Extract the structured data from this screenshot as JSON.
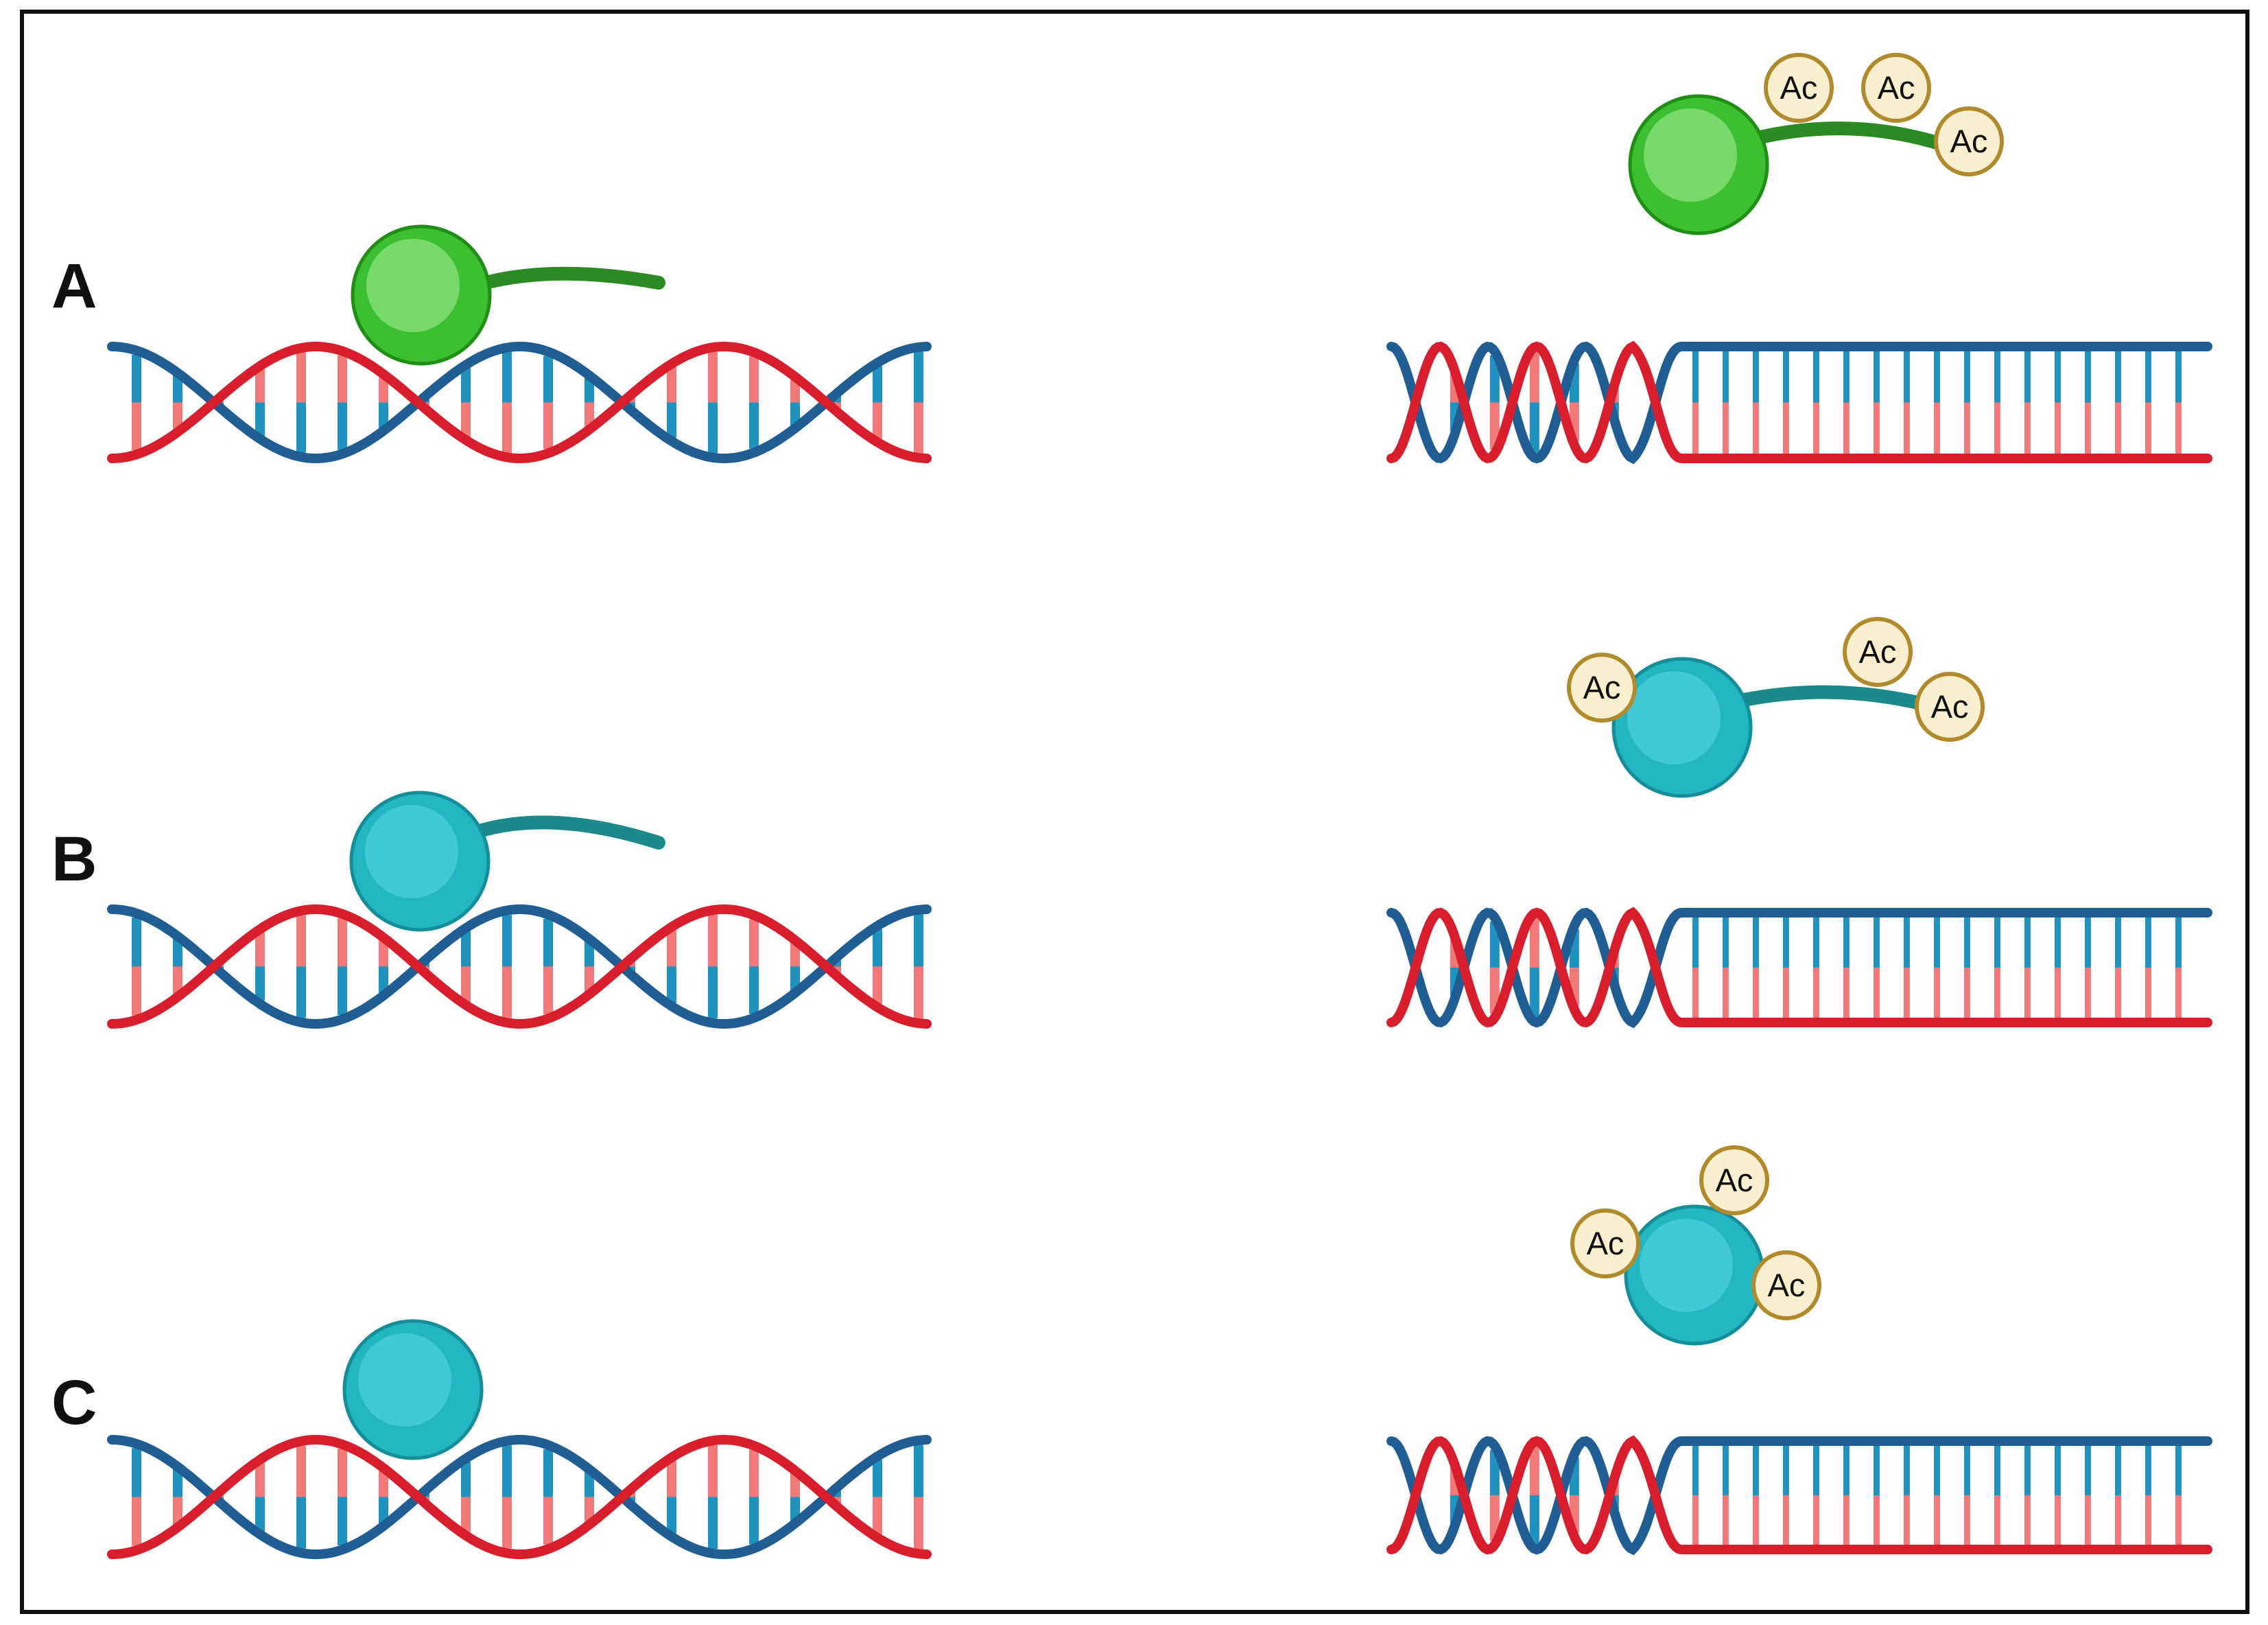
{
  "rows": [
    {
      "label": "A",
      "bound_protein": {
        "color": "green",
        "has_tail": true
      },
      "released_protein": {
        "color": "green",
        "has_tail": true,
        "acetyl_marks": [
          "Ac",
          "Ac",
          "Ac"
        ]
      }
    },
    {
      "label": "B",
      "bound_protein": {
        "color": "teal",
        "has_tail": true
      },
      "released_protein": {
        "color": "teal",
        "has_tail": true,
        "acetyl_marks": [
          "Ac",
          "Ac",
          "Ac"
        ]
      }
    },
    {
      "label": "C",
      "bound_protein": {
        "color": "teal",
        "has_tail": false
      },
      "released_protein": {
        "color": "teal",
        "has_tail": false,
        "acetyl_marks": [
          "Ac",
          "Ac",
          "Ac"
        ]
      }
    }
  ],
  "colors": {
    "frame": "#111111",
    "strand_red": "#d81e2c",
    "strand_blue": "#1f5d93",
    "rung_pink": "#f07979",
    "rung_blue": "#1f93bd",
    "green_light": "#8ce37d",
    "green": "#3cbf30",
    "green_dark": "#1f8f16",
    "green_tail": "#2c8a22",
    "teal_light": "#4ccfd9",
    "teal": "#22b6c3",
    "teal_dark": "#158e99",
    "teal_tail": "#1c8a8a",
    "ac_fill": "#f8efcf",
    "ac_border": "#b08a2c"
  }
}
